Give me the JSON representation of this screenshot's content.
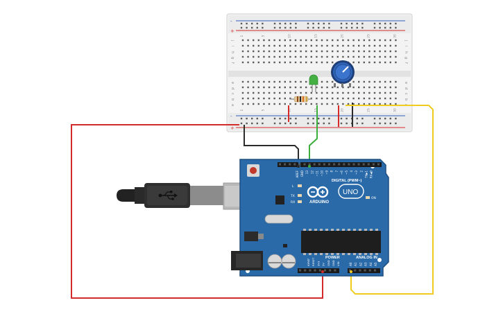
{
  "breadboard": {
    "row_letters_top": [
      "j",
      "i",
      "h",
      "g",
      "f"
    ],
    "row_letters_bottom": [
      "e",
      "d",
      "c",
      "b",
      "a"
    ],
    "rail_plus": "+",
    "rail_minus": "-",
    "column_numbers": [
      "1",
      "5",
      "10",
      "15",
      "20",
      "25",
      "30"
    ]
  },
  "arduino": {
    "brand": "ARDUINO",
    "model": "UNO",
    "digital_label": "DIGITAL (PWM~)",
    "analog_label": "ANALOG IN",
    "power_label": "POWER",
    "on_label": "ON",
    "led_labels": [
      "L",
      "TX",
      "RX"
    ],
    "top_header_labels": [
      "AREF",
      "GND",
      "13",
      "12",
      "~11",
      "~10",
      "~9",
      "8",
      "7",
      "~6",
      "~5",
      "4",
      "~3",
      "2",
      "TX▶1",
      "RX◀0"
    ],
    "power_pins": [
      "IOREF",
      "RESET",
      "3V3",
      "5V",
      "GND",
      "GND",
      "VIN"
    ],
    "analog_pins": [
      "A0",
      "A1",
      "A2",
      "A3",
      "A4",
      "A5"
    ]
  },
  "wire_colors": {
    "red": "#d42a2a",
    "black": "#2b2b2b",
    "green": "#3cae3c",
    "yellow": "#f0cc1c"
  },
  "colors": {
    "board": "#2a6aa8",
    "board_dark": "#1d4f82",
    "breadboard": "#f2f2f2",
    "led": "#44b044",
    "pot_knob": "#2e63b8"
  }
}
